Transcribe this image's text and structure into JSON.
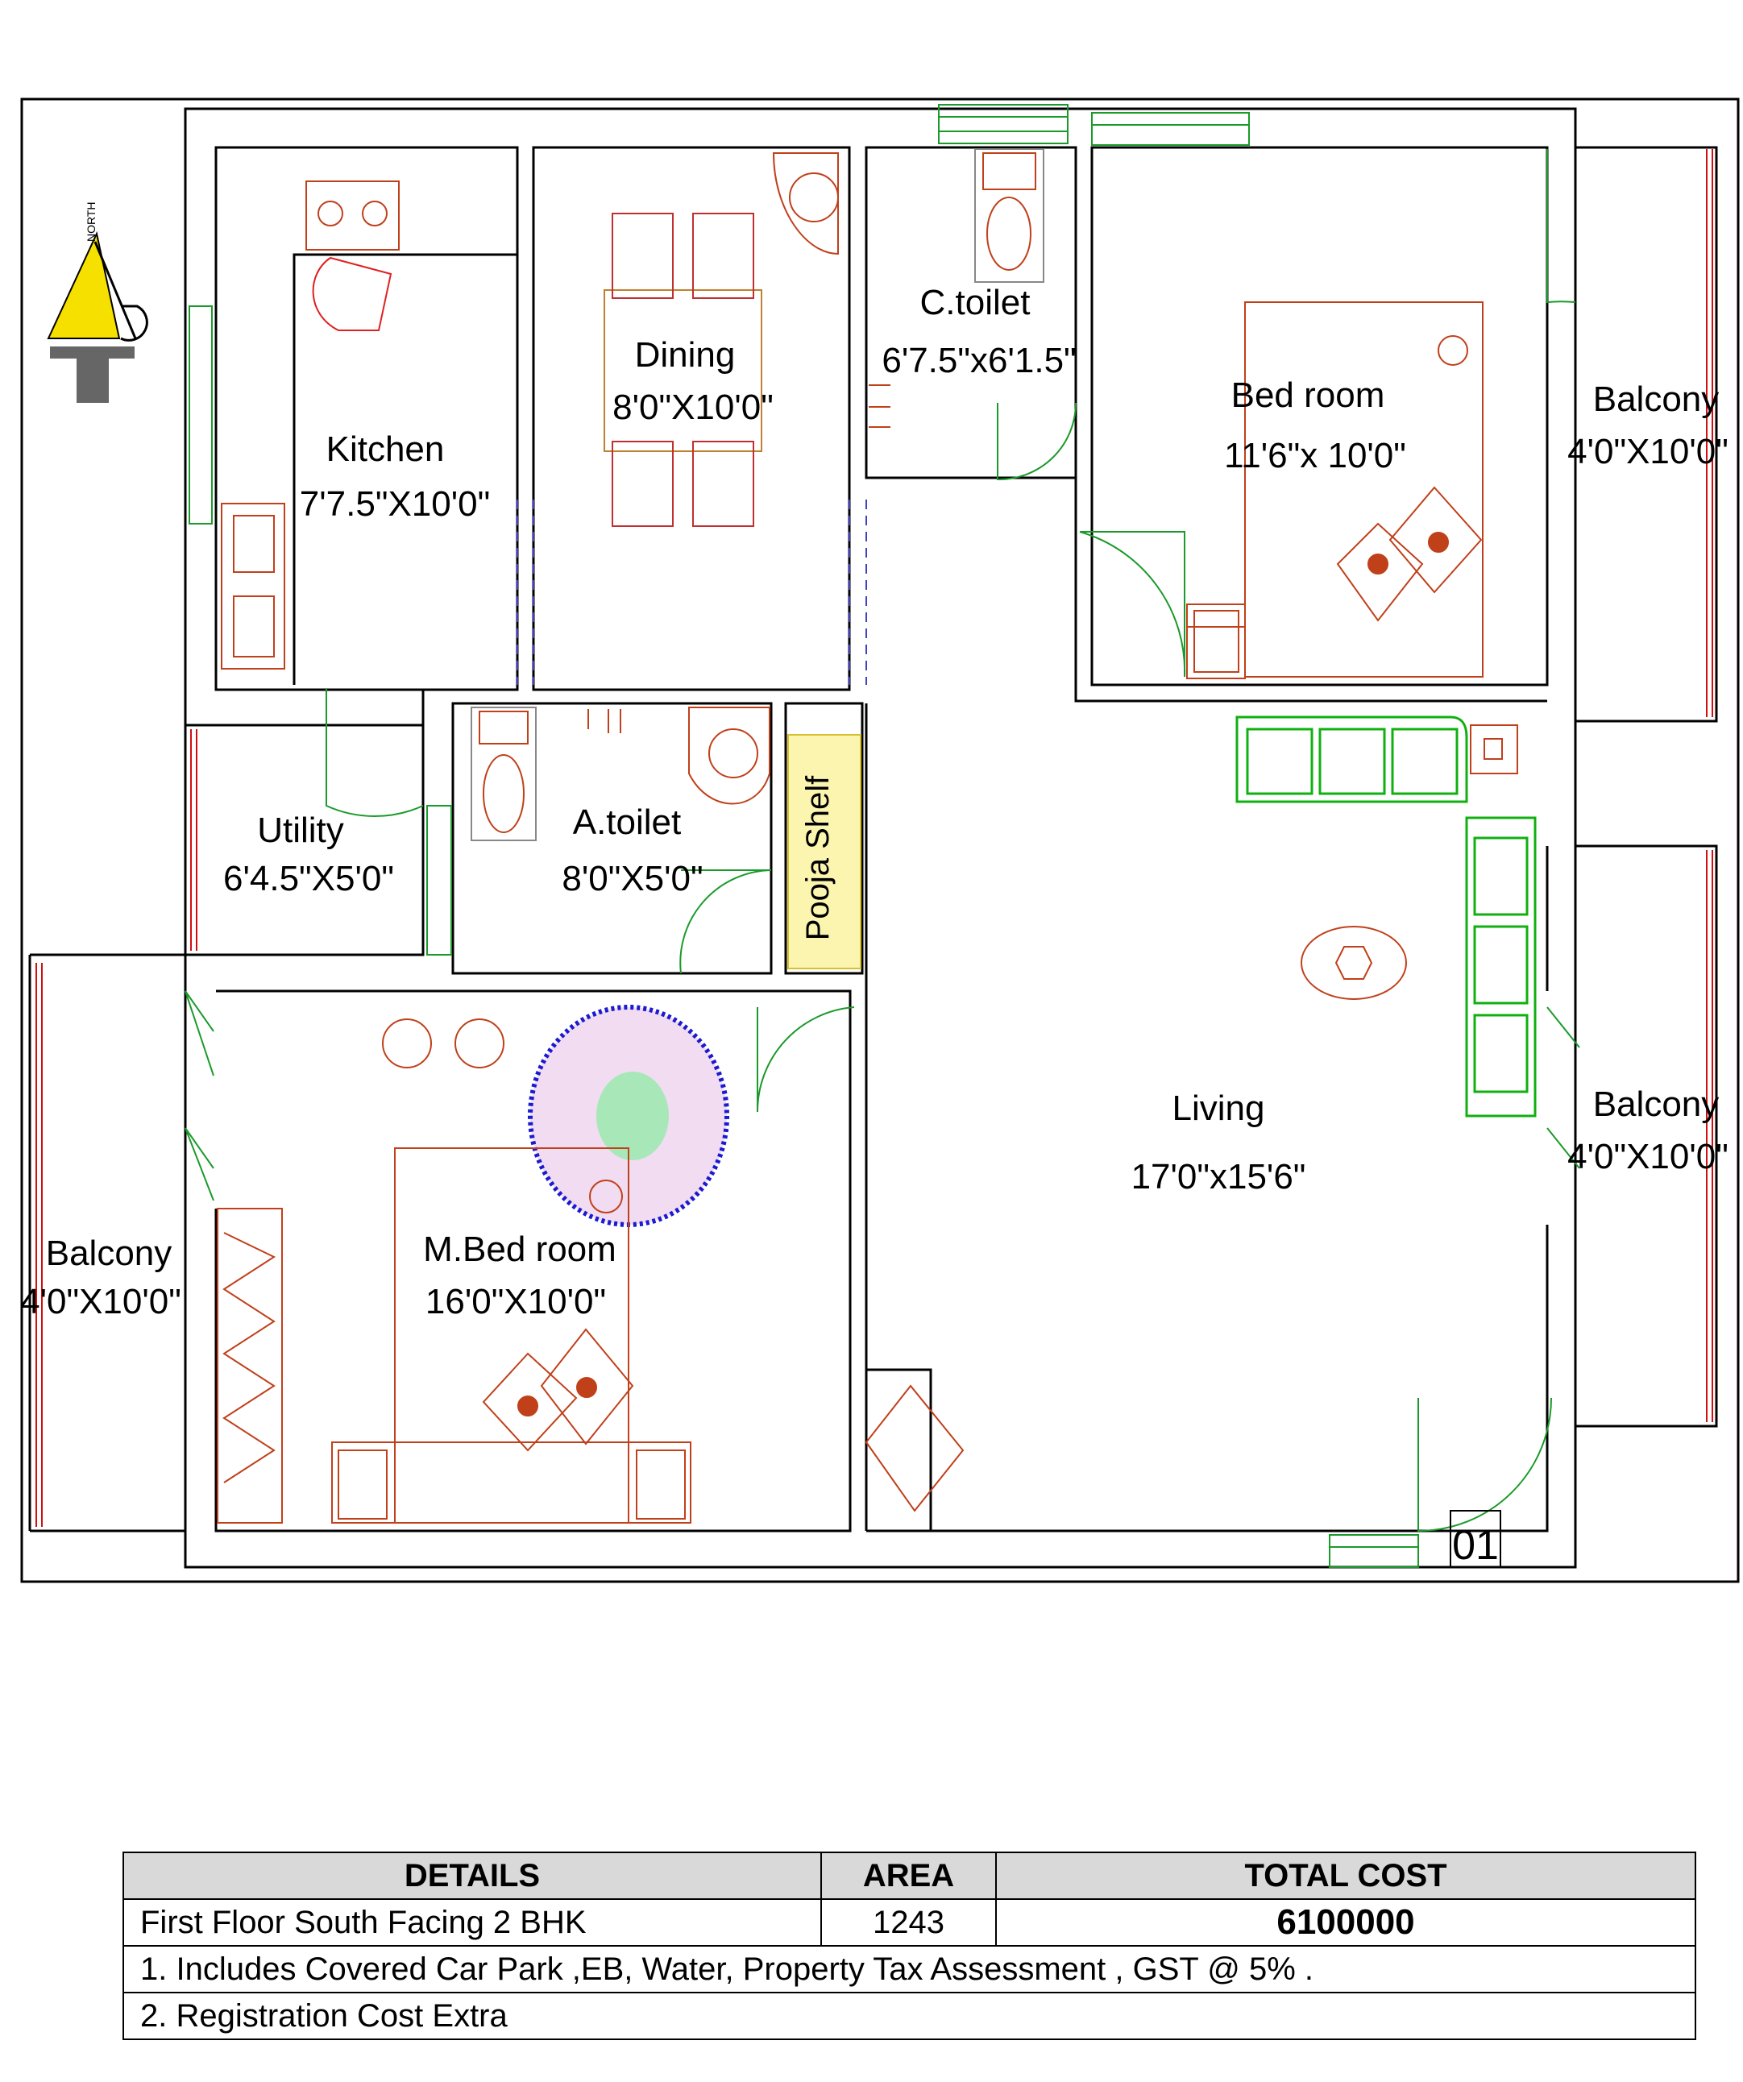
{
  "plan": {
    "compass_text": "NORTH",
    "unit_number": "01",
    "rooms": {
      "kitchen": {
        "name": "Kitchen",
        "size": "7'7.5\"X10'0\""
      },
      "dining": {
        "name": "Dining",
        "size": "8'0\"X10'0\""
      },
      "ctoilet": {
        "name": "C.toilet",
        "size": "6'7.5\"x6'1.5\""
      },
      "bedroom": {
        "name": "Bed room",
        "size": "11'6\"x 10'0\""
      },
      "balcony_right_top": {
        "name": "Balcony",
        "size": "4'0\"X10'0\""
      },
      "utility": {
        "name": "Utility",
        "size": "6'4.5\"X5'0\""
      },
      "atoilet": {
        "name": "A.toilet",
        "size": "8'0\"X5'0\""
      },
      "pooja": {
        "name": "Pooja Shelf"
      },
      "living": {
        "name": "Living",
        "size": "17'0\"x15'6\""
      },
      "balcony_right_bottom": {
        "name": "Balcony",
        "size": "4'0\"X10'0\""
      },
      "mbedroom": {
        "name": "M.Bed room",
        "size": "16'0\"X10'0\""
      },
      "balcony_left": {
        "name": "Balcony",
        "size": "4'0\"X10'0\""
      }
    },
    "colors": {
      "wall": "#000000",
      "fixture": "#c0401a",
      "door": "#1a9a2a",
      "window_green": "#1a9a2a",
      "window_red": "#d01010",
      "rug_blue": "#1a1ad0",
      "sofa": "#10b010",
      "dashed": "#4040c0"
    }
  },
  "table": {
    "headers": [
      "DETAILS",
      "AREA",
      "TOTAL COST"
    ],
    "row1": {
      "details": "First Floor South Facing 2 BHK",
      "area": "1243",
      "cost": "6100000"
    },
    "note1": "1. Includes Covered Car Park ,EB, Water, Property Tax Assessment , GST @ 5% .",
    "note2": "2. Registration Cost Extra"
  }
}
